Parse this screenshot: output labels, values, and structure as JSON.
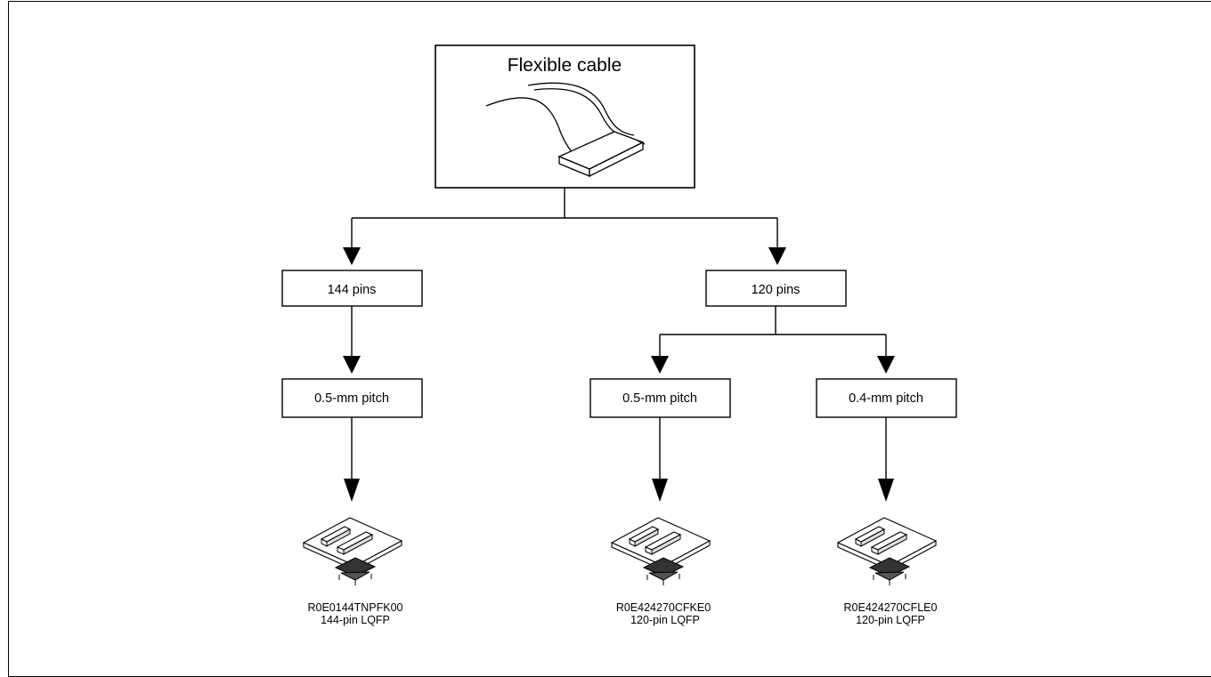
{
  "diagram": {
    "cable": {
      "title": "Flexible cable",
      "icon": "flexible-cable-icon"
    },
    "branches": [
      {
        "pins_label": "144 pins"
      },
      {
        "pins_label": "120 pins"
      }
    ],
    "pitch_nodes": [
      {
        "label": "0.5-mm pitch"
      },
      {
        "label": "0.5-mm pitch"
      },
      {
        "label": "0.4-mm pitch"
      }
    ],
    "products": [
      {
        "part_number": "R0E0144TNPFK00",
        "package": "144-pin LQFP",
        "icon": "adapter-board-icon"
      },
      {
        "part_number": "R0E424270CFKE0",
        "package": "120-pin LQFP",
        "icon": "adapter-board-icon"
      },
      {
        "part_number": "R0E424270CFLE0",
        "package": "120-pin LQFP",
        "icon": "adapter-board-icon"
      }
    ],
    "colors": {
      "line": "#000000",
      "background": "#ffffff"
    }
  }
}
